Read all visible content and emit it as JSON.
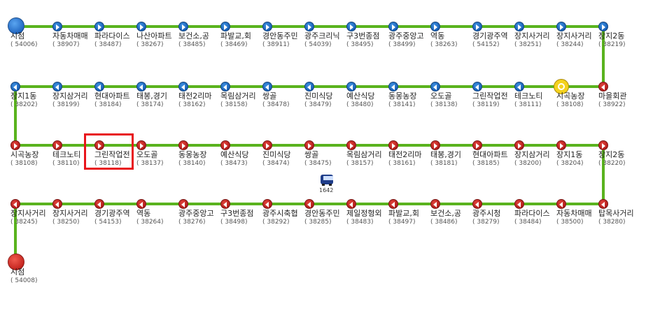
{
  "route": {
    "rows": [
      {
        "direction": "forward",
        "stops": [
          {
            "name": "시점",
            "code": "( 54006)",
            "marker": "start"
          },
          {
            "name": "자동차매매",
            "code": "( 38907)",
            "marker": "blue"
          },
          {
            "name": "파라다이스",
            "code": "( 38487)",
            "marker": "blue"
          },
          {
            "name": "나산아파트",
            "code": "( 38267)",
            "marker": "blue"
          },
          {
            "name": "보건소,공",
            "code": "( 38485)",
            "marker": "blue"
          },
          {
            "name": "파발교,회",
            "code": "( 38469)",
            "marker": "blue"
          },
          {
            "name": "경안동주민",
            "code": "( 38911)",
            "marker": "blue"
          },
          {
            "name": "광주크리닉",
            "code": "( 54039)",
            "marker": "blue"
          },
          {
            "name": "구3번종점",
            "code": "( 38495)",
            "marker": "blue"
          },
          {
            "name": "광주중앙고",
            "code": "( 38499)",
            "marker": "blue"
          },
          {
            "name": "역동",
            "code": "( 38263)",
            "marker": "blue"
          },
          {
            "name": "경기광주역",
            "code": "( 54152)",
            "marker": "blue"
          },
          {
            "name": "장지사거리",
            "code": "( 38251)",
            "marker": "blue"
          },
          {
            "name": "장지사거리",
            "code": "( 38244)",
            "marker": "blue"
          },
          {
            "name": "장지2동",
            "code": "( 38219)",
            "marker": "blue"
          }
        ]
      },
      {
        "direction": "backward",
        "stops": [
          {
            "name": "마을회관",
            "code": "( 38922)",
            "marker": "red"
          },
          {
            "name": "시곡농장",
            "code": "( 38108)",
            "marker": "turn"
          },
          {
            "name": "테크노티",
            "code": "( 38111)",
            "marker": "blue"
          },
          {
            "name": "그린작업전",
            "code": "( 38119)",
            "marker": "blue"
          },
          {
            "name": "오도골",
            "code": "( 38138)",
            "marker": "blue"
          },
          {
            "name": "동몽농장",
            "code": "( 38141)",
            "marker": "blue"
          },
          {
            "name": "예산식당",
            "code": "( 38480)",
            "marker": "blue"
          },
          {
            "name": "진미식당",
            "code": "( 38479)",
            "marker": "blue"
          },
          {
            "name": "쌍골",
            "code": "( 38478)",
            "marker": "blue"
          },
          {
            "name": "목림삼거리",
            "code": "( 38158)",
            "marker": "blue"
          },
          {
            "name": "태전2리마",
            "code": "( 38162)",
            "marker": "blue"
          },
          {
            "name": "태봉,경기",
            "code": "( 38174)",
            "marker": "blue"
          },
          {
            "name": "현대아파트",
            "code": "( 38184)",
            "marker": "blue"
          },
          {
            "name": "장지삼거리",
            "code": "( 38199)",
            "marker": "blue"
          },
          {
            "name": "장지1동",
            "code": "( 38202)",
            "marker": "blue"
          }
        ]
      },
      {
        "direction": "forward",
        "stops": [
          {
            "name": "시곡농장",
            "code": "( 38108)",
            "marker": "red"
          },
          {
            "name": "테크노티",
            "code": "( 38110)",
            "marker": "red"
          },
          {
            "name": "그린작업전",
            "code": "( 38118)",
            "marker": "red",
            "highlight": true
          },
          {
            "name": "오도골",
            "code": "( 38137)",
            "marker": "red"
          },
          {
            "name": "동몽농장",
            "code": "( 38140)",
            "marker": "red"
          },
          {
            "name": "예산식당",
            "code": "( 38473)",
            "marker": "red"
          },
          {
            "name": "진미식당",
            "code": "( 38474)",
            "marker": "red"
          },
          {
            "name": "쌍골",
            "code": "( 38475)",
            "marker": "red"
          },
          {
            "name": "목림삼거리",
            "code": "( 38157)",
            "marker": "red"
          },
          {
            "name": "태전2리마",
            "code": "( 38161)",
            "marker": "red"
          },
          {
            "name": "태봉,경기",
            "code": "( 38181)",
            "marker": "red"
          },
          {
            "name": "현대아파트",
            "code": "( 38185)",
            "marker": "red"
          },
          {
            "name": "장지삼거리",
            "code": "( 38200)",
            "marker": "red"
          },
          {
            "name": "장지1동",
            "code": "( 38204)",
            "marker": "red"
          },
          {
            "name": "장지2동",
            "code": "( 38220)",
            "marker": "red"
          }
        ]
      },
      {
        "direction": "backward",
        "stops": [
          {
            "name": "탑목사거리",
            "code": "( 38280)",
            "marker": "red"
          },
          {
            "name": "자동차매매",
            "code": "( 38500)",
            "marker": "red"
          },
          {
            "name": "파라다이스",
            "code": "( 38484)",
            "marker": "red"
          },
          {
            "name": "광주시청",
            "code": "( 38279)",
            "marker": "red"
          },
          {
            "name": "보건소,공",
            "code": "( 38486)",
            "marker": "red"
          },
          {
            "name": "파발교,회",
            "code": "( 38497)",
            "marker": "red"
          },
          {
            "name": "제일정형외",
            "code": "( 38483)",
            "marker": "red"
          },
          {
            "name": "경안동주민",
            "code": "( 38285)",
            "marker": "red"
          },
          {
            "name": "광주시축협",
            "code": "( 38292)",
            "marker": "red"
          },
          {
            "name": "구3번종점",
            "code": "( 38498)",
            "marker": "red"
          },
          {
            "name": "광주중앙고",
            "code": "( 38276)",
            "marker": "red"
          },
          {
            "name": "역동",
            "code": "( 38264)",
            "marker": "red"
          },
          {
            "name": "경기광주역",
            "code": "( 54153)",
            "marker": "red"
          },
          {
            "name": "장지사거리",
            "code": "( 38250)",
            "marker": "red"
          },
          {
            "name": "장지사거리",
            "code": "( 38245)",
            "marker": "red"
          }
        ]
      }
    ],
    "end_stop": {
      "name": "시점",
      "code": "( 54008)",
      "marker": "end"
    },
    "bus": {
      "label": "1642",
      "icon": "bus-icon"
    },
    "colors": {
      "line": "#5ab31e",
      "outbound": "#0a4fa8",
      "inbound": "#a30d0d",
      "highlight": "#e8151b",
      "turn": "#f4d21e"
    }
  }
}
